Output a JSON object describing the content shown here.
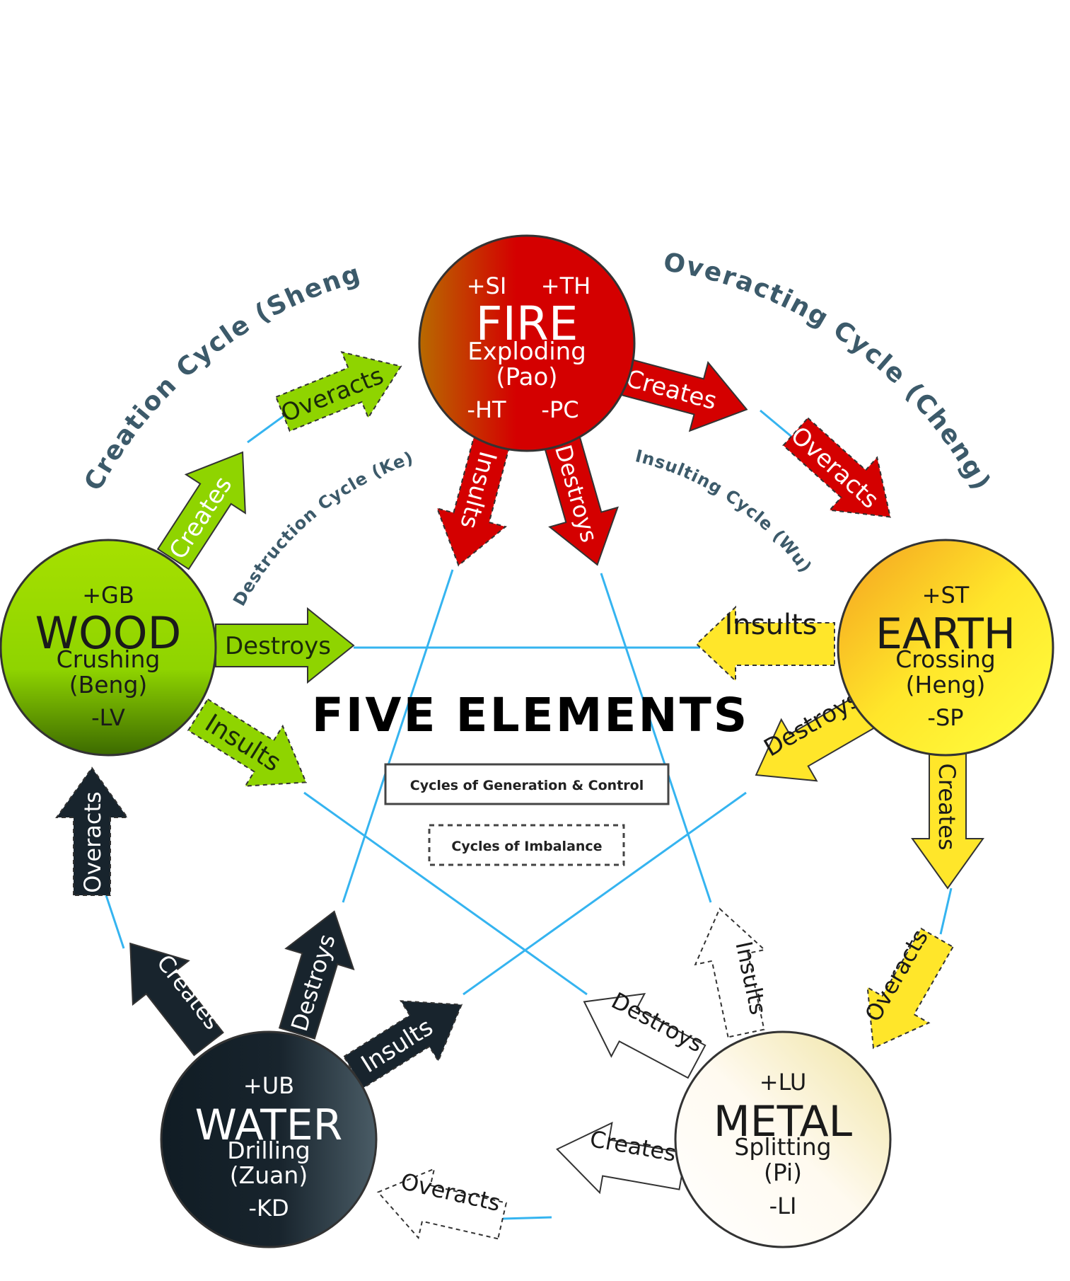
{
  "title": "FIVE ELEMENTS",
  "legend": {
    "solid": "Cycles of Generation & Control",
    "dashed": "Cycles of Imbalance"
  },
  "cycles": {
    "creation": "Creation Cycle (Sheng)",
    "overacting": "Overacting Cycle (Cheng)",
    "destruction": "Destruction Cycle (Ke)",
    "insulting": "Insulting Cycle (Wu)"
  },
  "elements": {
    "fire": {
      "name": "FIRE",
      "plus1": "+SI",
      "plus2": "+TH",
      "fist": "Exploding",
      "pinyin": "(Pao)",
      "minus1": "-HT",
      "minus2": "-PC"
    },
    "wood": {
      "name": "WOOD",
      "plus": "+GB",
      "fist": "Crushing",
      "pinyin": "(Beng)",
      "minus": "-LV"
    },
    "earth": {
      "name": "EARTH",
      "plus": "+ST",
      "fist": "Crossing",
      "pinyin": "(Heng)",
      "minus": "-SP"
    },
    "water": {
      "name": "WATER",
      "plus": "+UB",
      "fist": "Drilling",
      "pinyin": "(Zuan)",
      "minus": "-KD"
    },
    "metal": {
      "name": "METAL",
      "plus": "+LU",
      "fist": "Splitting",
      "pinyin": "(Pi)",
      "minus": "-LI"
    }
  },
  "arrows": {
    "creates": "Creates",
    "destroys": "Destroys",
    "overacts": "Overacts",
    "insults": "Insults"
  },
  "colors": {
    "line": "#35b4f0",
    "fire": "#d40000",
    "wood": "#8fd400",
    "earth": "#ffe62a",
    "water": "#18242d",
    "metal": "#ffffff",
    "cycle_text": "#3c5a6a"
  }
}
